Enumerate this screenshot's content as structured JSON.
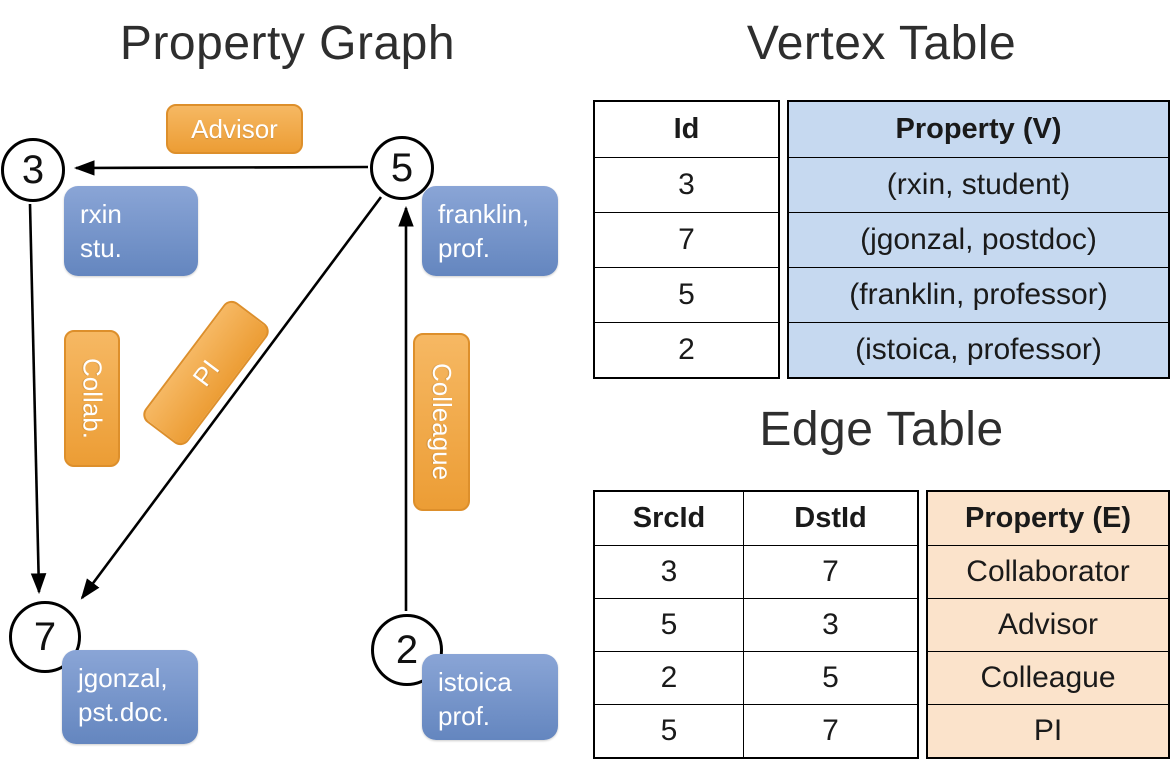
{
  "graph": {
    "title": "Property Graph",
    "nodes": [
      {
        "id": "3"
      },
      {
        "id": "5"
      },
      {
        "id": "7"
      },
      {
        "id": "2"
      }
    ],
    "vertex_properties": [
      {
        "line1": "rxin",
        "line2": "stu."
      },
      {
        "line1": "franklin,",
        "line2": "prof."
      },
      {
        "line1": "jgonzal,",
        "line2": "pst.doc."
      },
      {
        "line1": "istoica",
        "line2": "prof."
      }
    ],
    "edge_labels": [
      {
        "label": "Advisor"
      },
      {
        "label": "Collab."
      },
      {
        "label": "PI"
      },
      {
        "label": "Colleague"
      }
    ]
  },
  "vertex_table": {
    "title": "Vertex Table",
    "headers": {
      "id": "Id",
      "property": "Property (V)"
    },
    "rows": [
      {
        "id": "3",
        "property": "(rxin, student)"
      },
      {
        "id": "7",
        "property": "(jgonzal, postdoc)"
      },
      {
        "id": "5",
        "property": "(franklin, professor)"
      },
      {
        "id": "2",
        "property": "(istoica, professor)"
      }
    ]
  },
  "edge_table": {
    "title": "Edge Table",
    "headers": {
      "src": "SrcId",
      "dst": "DstId",
      "property": "Property (E)"
    },
    "rows": [
      {
        "src": "3",
        "dst": "7",
        "property": "Collaborator"
      },
      {
        "src": "5",
        "dst": "3",
        "property": "Advisor"
      },
      {
        "src": "2",
        "dst": "5",
        "property": "Colleague"
      },
      {
        "src": "5",
        "dst": "7",
        "property": "PI"
      }
    ]
  },
  "colors": {
    "vertex_box_fill": "#7595ca",
    "edge_box_fill": "#f0a94e",
    "edge_box_border": "#dd8f2b",
    "vertex_table_fill": "#c6d9f0",
    "edge_table_fill": "#fbe3cb",
    "line_color": "#000000"
  }
}
